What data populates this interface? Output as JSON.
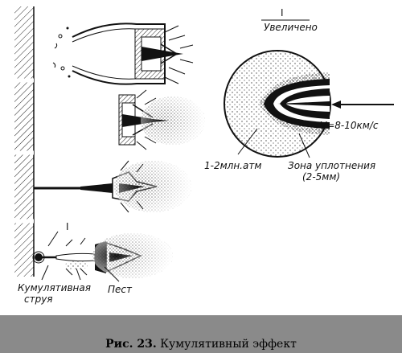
{
  "labels": {
    "detail_roman": "I",
    "detail_title": "Увеличено",
    "velocity": "V=8-10км/с",
    "pressure": "1-2млн.атм",
    "zone_line1": "Зона уплотнения",
    "zone_line2": "(2-5мм)",
    "marker_roman": "I",
    "jet_line1": "Кумулятивная",
    "jet_line2": "струя",
    "pestle": "Пест"
  },
  "caption": {
    "prefix": "Рис. 23.",
    "text": "Кумулятивный эффект"
  },
  "colors": {
    "ink": "#111111",
    "caption_bar": "#8a8a8a"
  }
}
